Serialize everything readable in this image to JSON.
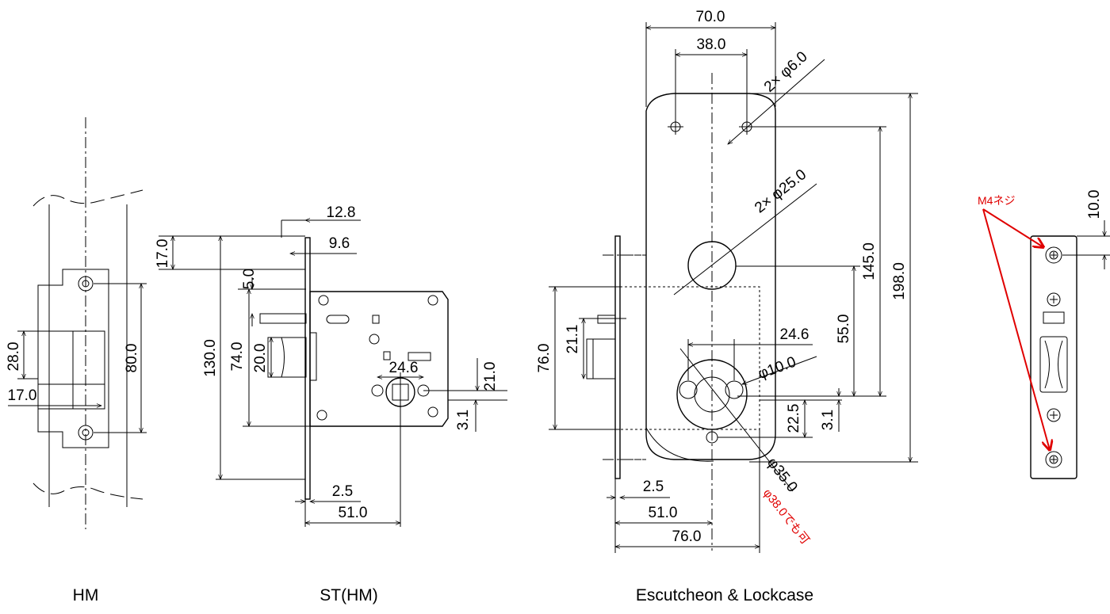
{
  "captions": {
    "hm": "HM",
    "st_hm": "ST(HM)",
    "escutcheon": "Escutcheon & Lockcase"
  },
  "hm_dims": {
    "d80": "80.0",
    "d28": "28.0",
    "d17": "17.0"
  },
  "st_dims": {
    "d12_8": "12.8",
    "d9_6": "9.6",
    "d17": "17.0",
    "d5": "5.0",
    "d130": "130.0",
    "d74": "74.0",
    "d20": "20.0",
    "d24_6": "24.6",
    "d21": "21.0",
    "d3_1": "3.1",
    "d2_5": "2.5",
    "d51": "51.0"
  },
  "esc_dims": {
    "d70": "70.0",
    "d38": "38.0",
    "hole6": "2× φ6.0",
    "hole25": "2× φ25.0",
    "d145": "145.0",
    "d198": "198.0",
    "d55": "55.0",
    "d24_6": "24.6",
    "hole10": "φ10.0",
    "d22_5": "22.5",
    "d3_1": "3.1",
    "d35": "φ35.0",
    "d38_note": "φ38.0でも可",
    "d76_left": "76.0",
    "d21_1": "21.1",
    "d2_5": "2.5",
    "d51": "51.0",
    "d76_bottom": "76.0"
  },
  "strike_dims": {
    "d10": "10.0",
    "screw_note": "M4ネジ"
  },
  "colors": {
    "line": "#000000",
    "annotation": "#e00000"
  }
}
